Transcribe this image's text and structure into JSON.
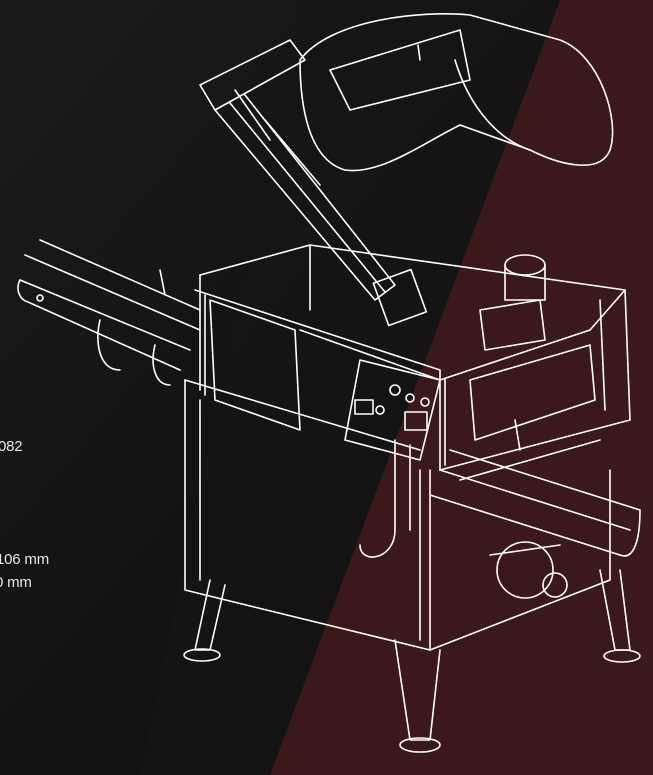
{
  "background": {
    "base": "#111111",
    "red_accent": "#3a1719",
    "dark_band": "#1d1d1d"
  },
  "line_color": "#ffffff",
  "specs": {
    "line1": "082",
    "line2": "106 mm",
    "line3": "0 mm"
  }
}
